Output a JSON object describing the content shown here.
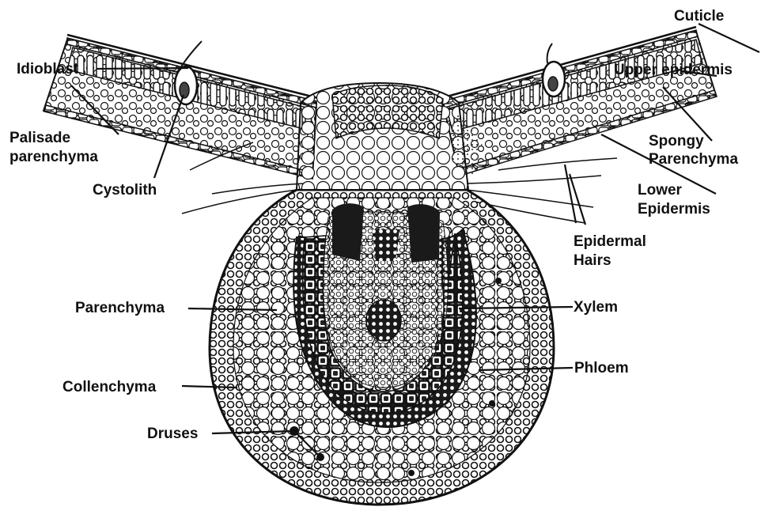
{
  "labels": {
    "cuticle": "Cuticle",
    "upper_epidermis": "Upper epidermis",
    "idioblast": "Idioblast",
    "palisade_line1": "Palisade",
    "palisade_line2": "parenchyma",
    "spongy_line1": "Spongy",
    "spongy_line2": "Parenchyma",
    "cystolith": "Cystolith",
    "lower_line1": "Lower",
    "lower_line2": "Epidermis",
    "epidermal_line1": "Epidermal",
    "epidermal_line2": "Hairs",
    "parenchyma": "Parenchyma",
    "xylem": "Xylem",
    "phloem": "Phloem",
    "collenchyma": "Collenchyma",
    "druses": "Druses"
  },
  "colors": {
    "ink": "#111111",
    "background": "#ffffff"
  }
}
